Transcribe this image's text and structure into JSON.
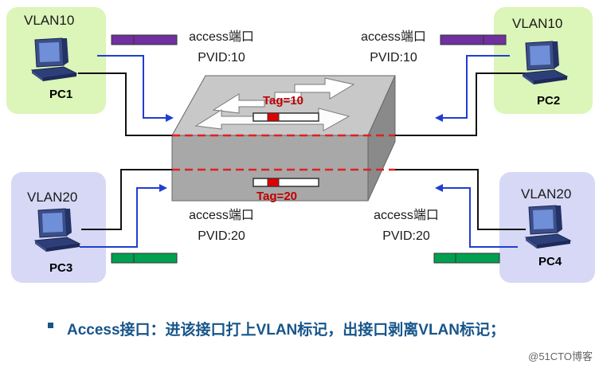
{
  "hosts": [
    {
      "id": "pc1",
      "name": "PC1",
      "vlan": "VLAN10"
    },
    {
      "id": "pc2",
      "name": "PC2",
      "vlan": "VLAN10"
    },
    {
      "id": "pc3",
      "name": "PC3",
      "vlan": "VLAN20"
    },
    {
      "id": "pc4",
      "name": "PC4",
      "vlan": "VLAN20"
    }
  ],
  "ports": {
    "tl": {
      "type": "access端口",
      "pvid": "PVID:10"
    },
    "tr": {
      "type": "access端口",
      "pvid": "PVID:10"
    },
    "bl": {
      "type": "access端口",
      "pvid": "PVID:20"
    },
    "br": {
      "type": "access端口",
      "pvid": "PVID:20"
    }
  },
  "tags": {
    "top": "Tag=10",
    "bottom": "Tag=20"
  },
  "note": "Access接口：进该接口打上VLAN标记，出接口剥离VLAN标记；",
  "watermark": "@51CTO博客",
  "colors": {
    "vlan10_bg": "#dcf5b8",
    "vlan20_bg": "#d6d8f6",
    "vlan10_frame": "#7030a0",
    "vlan20_frame": "#00a050",
    "arrow": "#1f3fd0",
    "dashed": "#e02020",
    "tag_text": "#c00000",
    "note_text": "#17558a"
  }
}
